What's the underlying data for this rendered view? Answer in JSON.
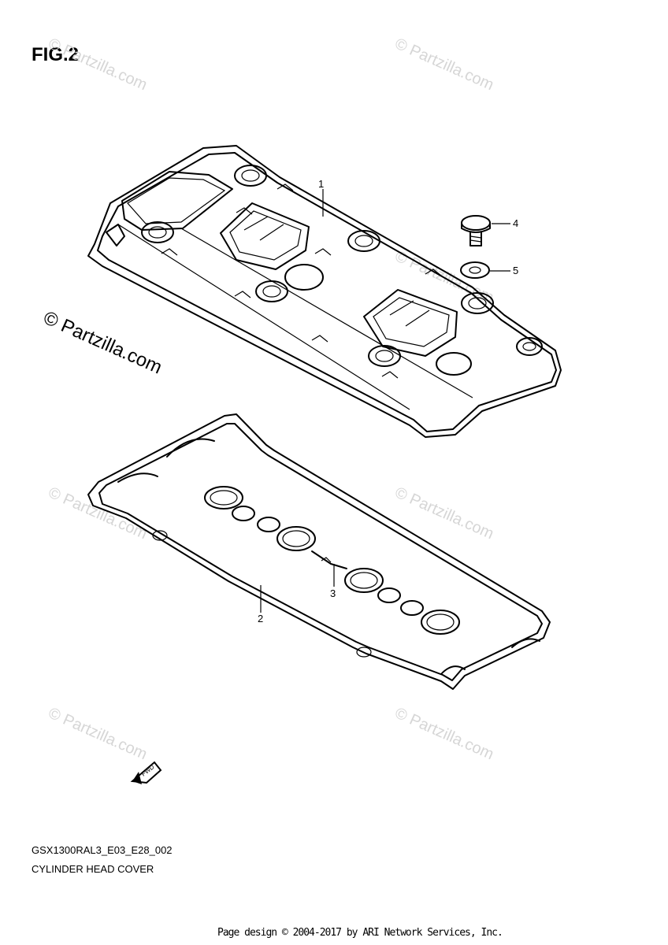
{
  "figure": {
    "title": "FIG.2"
  },
  "callouts": [
    "1",
    "2",
    "3",
    "4",
    "5"
  ],
  "watermark": {
    "main": "© Partzilla.com",
    "repeat": "© Partzilla.com"
  },
  "fwd_label": "FWD",
  "diagram_code": "GSX1300RAL3_E03_E28_002",
  "caption": "CYLINDER HEAD COVER",
  "footer": "Page design © 2004-2017 by ARI Network Services, Inc."
}
